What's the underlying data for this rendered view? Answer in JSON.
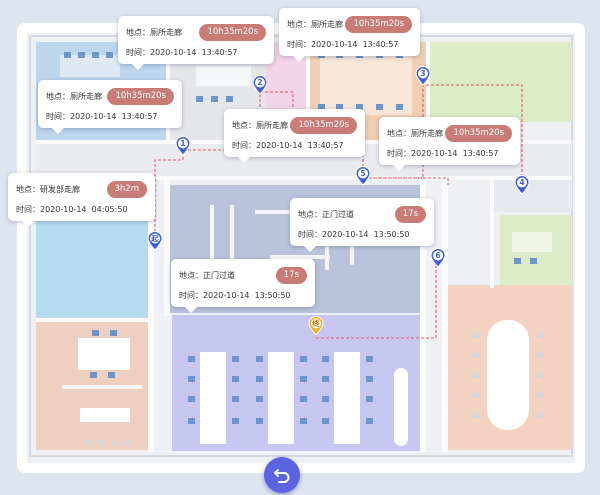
{
  "labels": {
    "location_prefix": "地点：",
    "time_prefix": "时间："
  },
  "cards": [
    {
      "location": "厕所走廊",
      "duration": "10h35m20s",
      "time": "2020-10-14  13:40:57"
    },
    {
      "location": "厕所走廊",
      "duration": "10h35m20s",
      "time": "2020-10-14  13:40:57"
    },
    {
      "location": "厕所走廊",
      "duration": "10h35m20s",
      "time": "2020-10-14  13:40:57"
    },
    {
      "location": "厕所走廊",
      "duration": "10h35m20s",
      "time": "2020-10-14  13:40:57"
    },
    {
      "location": "厕所走廊",
      "duration": "10h35m20s",
      "time": "2020-10-14  13:40:57"
    },
    {
      "location": "研发部走廊",
      "duration": "3h2m",
      "time": "2020-10-14  04:05:50"
    },
    {
      "location": "正门过道",
      "duration": "17s",
      "time": "2020-10-14  13:50:50"
    },
    {
      "location": "正门过道",
      "duration": "17s",
      "time": "2020-10-14  13:50:50"
    }
  ],
  "markers": [
    {
      "label": "起",
      "kind": "start"
    },
    {
      "label": "1",
      "kind": "stop"
    },
    {
      "label": "2",
      "kind": "stop"
    },
    {
      "label": "3",
      "kind": "stop"
    },
    {
      "label": "4",
      "kind": "stop"
    },
    {
      "label": "5",
      "kind": "stop"
    },
    {
      "label": "6",
      "kind": "stop"
    },
    {
      "label": "终",
      "kind": "end"
    }
  ],
  "colors": {
    "background": "#dfe4f1",
    "duration_badge": "#c97c76",
    "marker_blue": "#3e5fd8",
    "marker_end": "#f0b020",
    "route_line": "#e05a66",
    "back_button": "#5a64e0"
  },
  "icons": {
    "back_button": "undo-arrow-icon",
    "marker": "map-pin-icon"
  }
}
